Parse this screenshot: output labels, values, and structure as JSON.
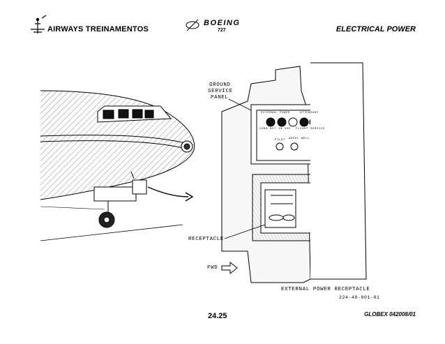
{
  "header": {
    "company": "AIRWAYS TREINAMENTOS",
    "brand": "BOEING",
    "model": "727",
    "section": "ELECTRICAL POWER"
  },
  "figure": {
    "labels": {
      "ground_service_panel_1": "GROUND",
      "ground_service_panel_2": "SERVICE",
      "ground_service_panel_3": "PANEL",
      "receptacle": "RECEPTACLE",
      "fwd": "FWD",
      "caption": "EXTERNAL POWER RECEPTACLE",
      "figure_code": "224-40-001-01"
    },
    "panel_labels": {
      "external_power": "EXTERNAL POWER",
      "conn_not_in_use": "CONN   NOT IN USE",
      "attendant": "ATTENDANT",
      "flight_service": "FLIGHT   SERVICE",
      "pilot": "PILOT",
      "wheel_well": "WHEEL WELL"
    }
  },
  "footer": {
    "page": "24.25",
    "doc_ref": "GLOBEX 042008/01"
  }
}
